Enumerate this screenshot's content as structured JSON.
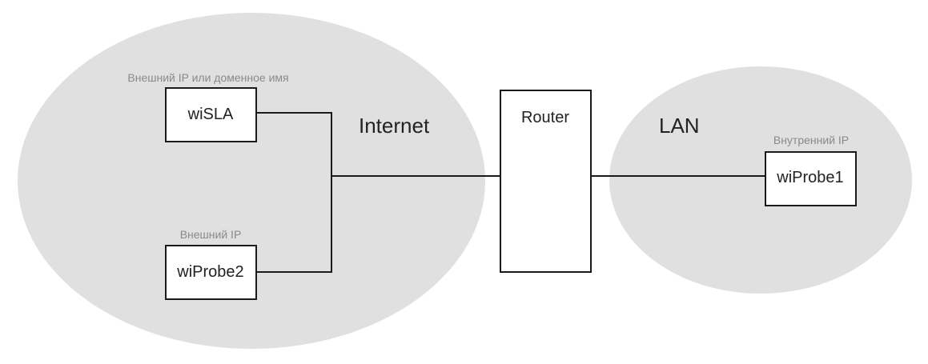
{
  "regions": {
    "internet": "Internet",
    "lan": "LAN"
  },
  "nodes": {
    "wisla": {
      "label": "wiSLA",
      "caption": "Внешний IP или доменное имя"
    },
    "wiprobe2": {
      "label": "wiProbe2",
      "caption": "Внешний IP"
    },
    "router": {
      "label": "Router"
    },
    "wiprobe1": {
      "label": "wiProbe1",
      "caption": "Внутренний IP"
    }
  },
  "colors": {
    "region_fill": "#e0e0e0",
    "box_stroke": "#1a1a1a",
    "caption_text": "#8a8a8a"
  }
}
